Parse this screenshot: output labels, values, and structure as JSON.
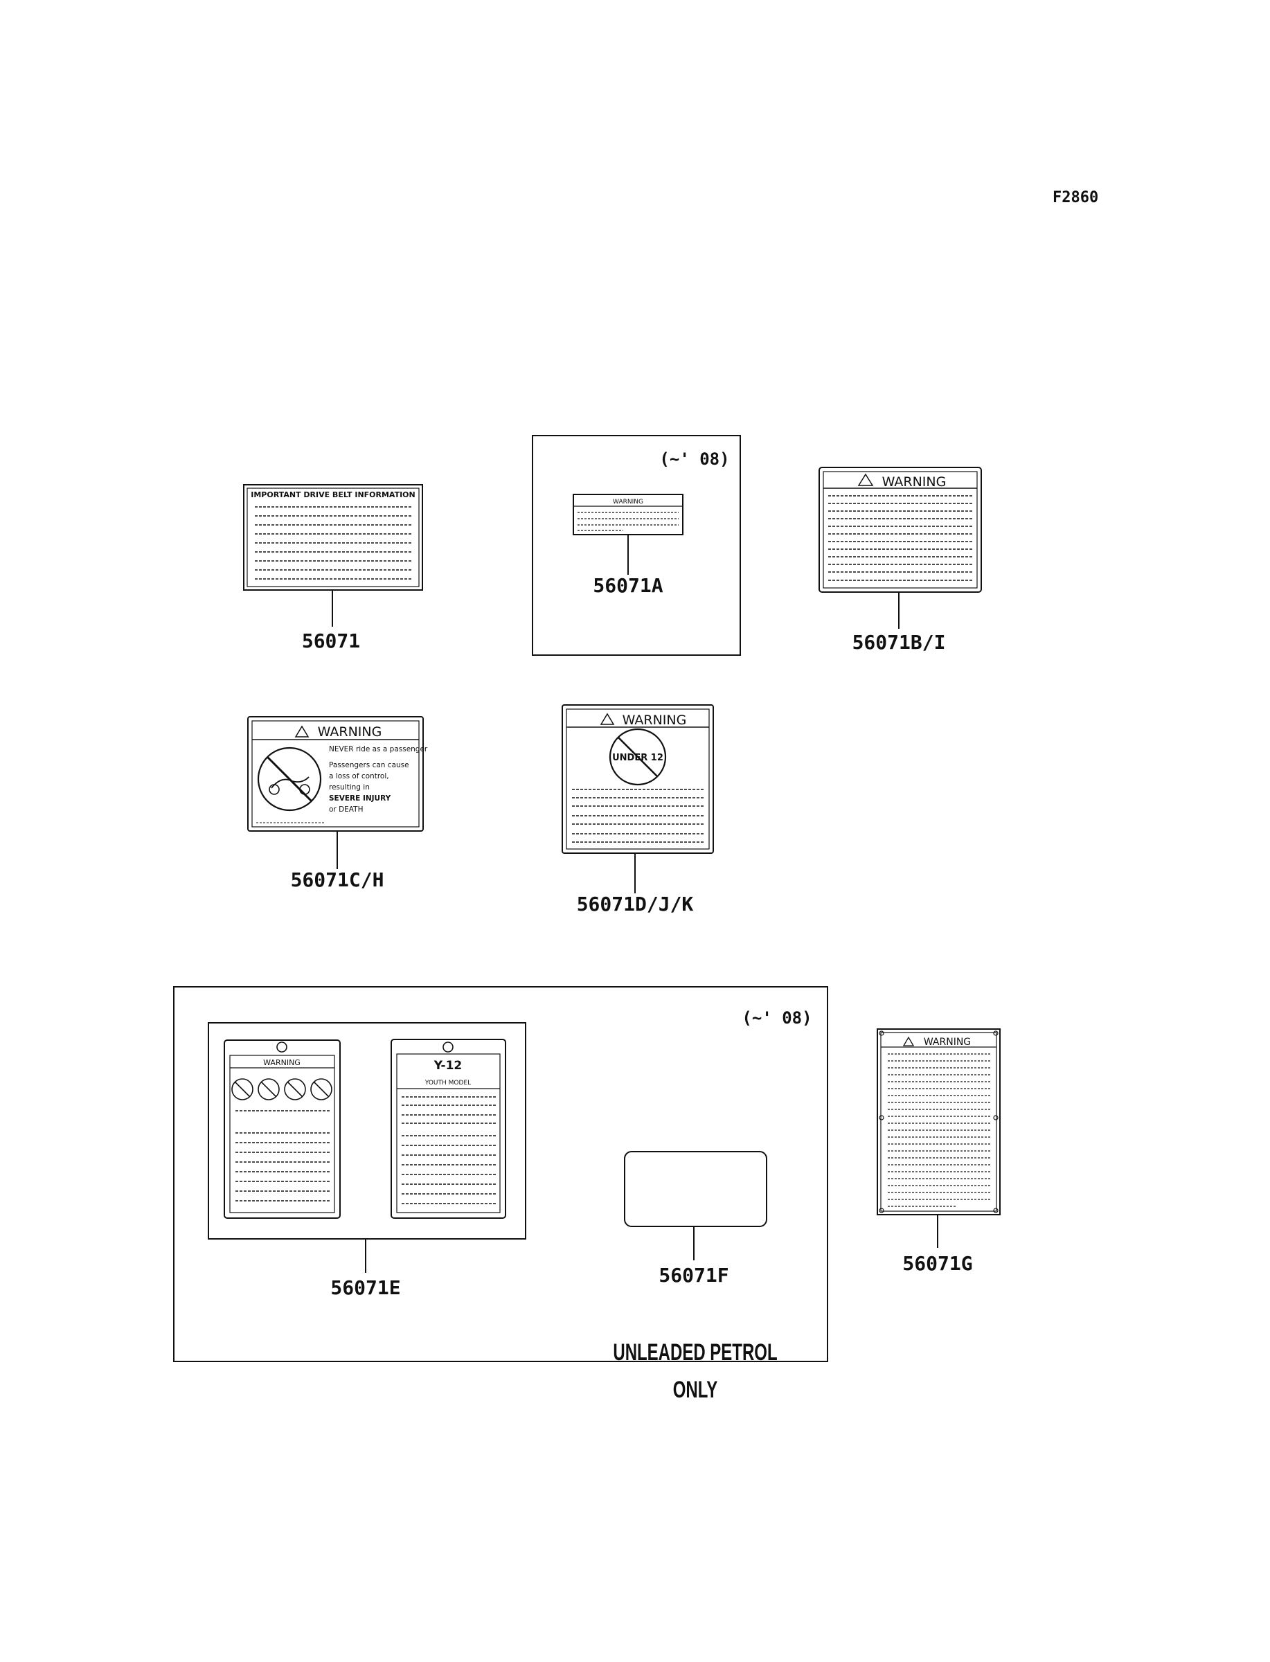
{
  "diagram_code": "F2860",
  "groups": [
    {
      "note": "(~' 08)"
    },
    {
      "note": "(~' 08)"
    }
  ],
  "parts": [
    {
      "number": "56071",
      "decal_title": "IMPORTANT DRIVE BELT INFORMATION"
    },
    {
      "number": "56071A",
      "decal_title": "WARNING"
    },
    {
      "number": "56071B/I",
      "decal_title": "WARNING"
    },
    {
      "number": "56071C/H",
      "decal_title": "WARNING"
    },
    {
      "number": "56071D/J/K",
      "decal_title": "WARNING"
    },
    {
      "number": "56071E",
      "decal_title": "WARNING"
    },
    {
      "number": "56071F",
      "decal_title": "UNLEADED PETROL ONLY"
    },
    {
      "number": "56071G",
      "decal_title": "WARNING"
    }
  ],
  "decal_texts": {
    "c_line1": "NEVER ride as a passenger",
    "c_line2": "Passengers can cause",
    "c_line3": "a loss of control,",
    "c_line4": "resulting in",
    "c_line5": "SEVERE INJURY",
    "c_line6": "or DEATH",
    "d_badge": "UNDER 12",
    "e_youth_title": "Y-12",
    "e_youth_sub": "YOUTH MODEL",
    "f_line1": "UNLEADED PETROL",
    "f_line2": "ONLY"
  }
}
